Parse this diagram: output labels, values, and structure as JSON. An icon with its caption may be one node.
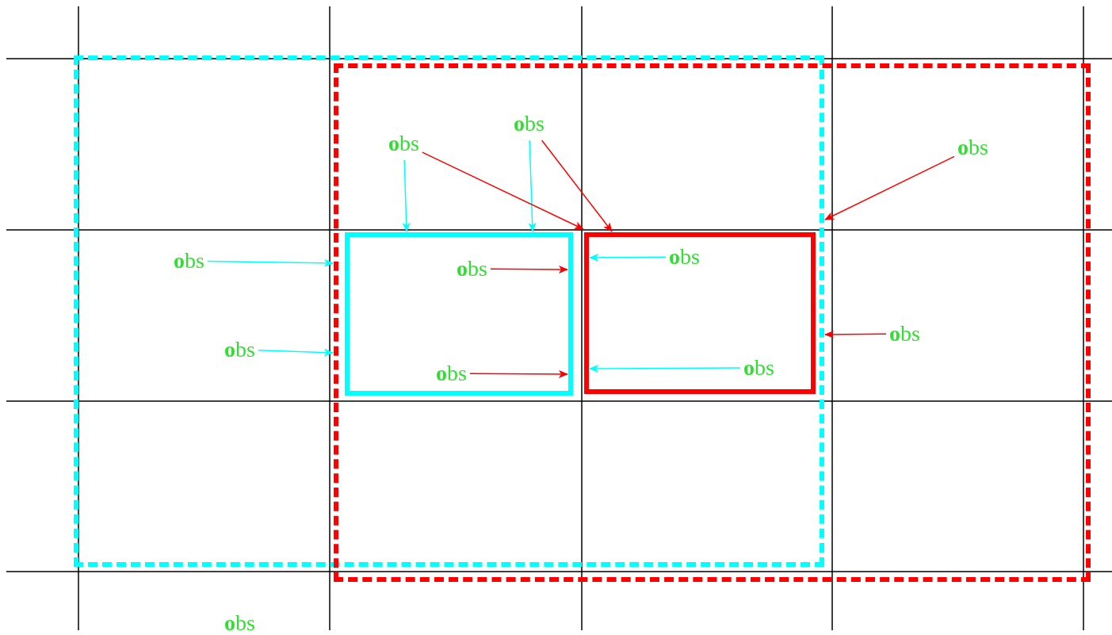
{
  "diagram": {
    "nodes": [
      {
        "text": [],
        "shape": "box"
      },
      {
        "text": [],
        "shape": "box"
      },
      {
        "text": [],
        "shape": "box"
      },
      {
        "text": [],
        "shape": "box"
      },
      {
        "text": [
          "**o**bs"
        ]
      },
      {
        "text": [
          "**o**bs"
        ]
      },
      {
        "text": [
          "**o**bs"
        ],
        "in": 1
      },
      {
        "text": [
          "**o**bs"
        ],
        "in": 0
      },
      {
        "text": [
          "**o**bs"
        ],
        "in": 3
      },
      {
        "text": [
          "**o**bs"
        ],
        "in": 2
      },
      {
        "text": [
          "**o**bs"
        ],
        "in": 1
      },
      {
        "text": [
          "**o**bs"
        ],
        "in": 0
      },
      {
        "text": [
          "**o**bs"
        ],
        "in": 3
      },
      {
        "text": [
          "**o**bs"
        ],
        "in": 2
      }
    ],
    "edges": [
      {
        "from": 4,
        "to": 2,
        "arrow": "to",
        "color": "#00ffff"
      },
      {
        "from": 4,
        "to": 3,
        "arrow": "to",
        "color": "#ff0000"
      },
      {
        "from": 5,
        "to": 2,
        "arrow": "to",
        "color": "#00ffff"
      },
      {
        "from": 5,
        "to": 3,
        "arrow": "to",
        "color": "#ff0000"
      },
      {
        "from": 6,
        "to": 0,
        "arrow": "to",
        "color": "#ff0000"
      },
      {
        "from": 7,
        "to": 1,
        "arrow": "to",
        "color": "#00ffff"
      },
      {
        "from": 8,
        "to": 3,
        "arrow": "to",
        "color": "#00ffff"
      },
      {
        "from": 9,
        "to": 2,
        "arrow": "to",
        "color": "#ff0000"
      },
      {
        "from": 10,
        "to": 0,
        "arrow": "to",
        "color": "#ff0000"
      },
      {
        "from": 11,
        "to": 1,
        "arrow": "to",
        "color": "#00ffff"
      },
      {
        "from": 12,
        "to": 3,
        "arrow": "to",
        "color": "#00ffff"
      },
      {
        "from": 13,
        "to": 2,
        "arrow": "to",
        "color": "#ff0000"
      }
    ],
    "labels": [
      "**o**bs"
    ]
  }
}
